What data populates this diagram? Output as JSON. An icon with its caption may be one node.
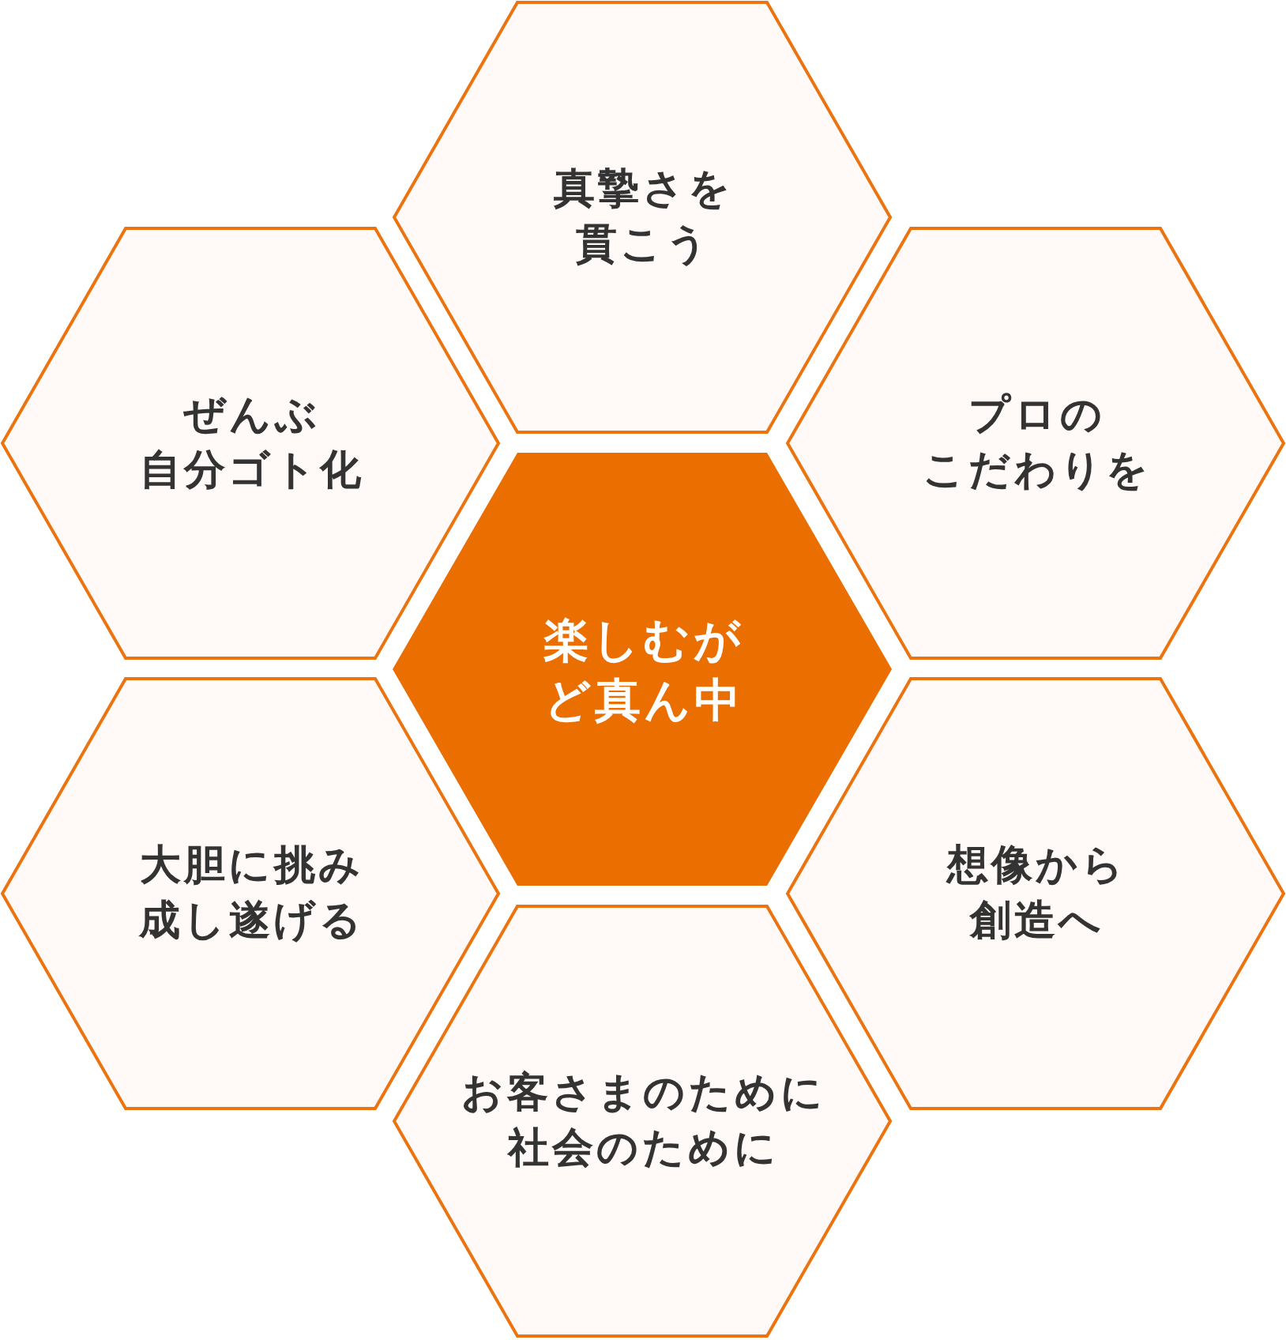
{
  "diagram": {
    "nodes": [
      {
        "text": [
          "真摯さを貫こう"
        ]
      },
      {
        "text": [
          "ぜんぶ自分ゴト化"
        ]
      },
      {
        "text": [
          "プロのこだわりを"
        ]
      },
      {
        "text": [
          "楽しむがど真ん中"
        ]
      },
      {
        "text": [
          "大胆に挑み成し遂げる"
        ]
      },
      {
        "text": [
          "想像から創造へ"
        ]
      },
      {
        "text": [
          "お客さまのために社会のために"
        ]
      }
    ]
  }
}
